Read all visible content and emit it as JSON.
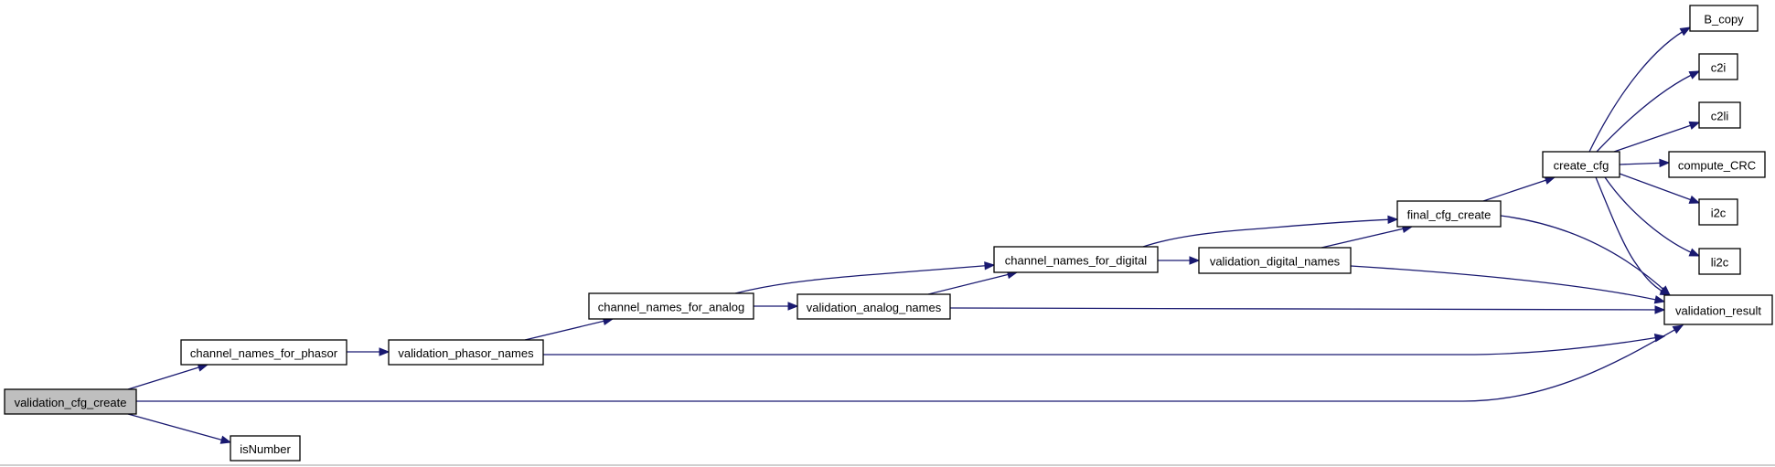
{
  "graph": {
    "colors": {
      "edge": "#191970",
      "root_fill": "#bfbfbf",
      "node_fill": "#ffffff",
      "node_stroke": "#000000"
    },
    "nodes": [
      {
        "id": "validation_cfg_create",
        "label": "validation_cfg_create"
      },
      {
        "id": "channel_names_for_phasor",
        "label": "channel_names_for_phasor"
      },
      {
        "id": "isNumber",
        "label": "isNumber"
      },
      {
        "id": "validation_phasor_names",
        "label": "validation_phasor_names"
      },
      {
        "id": "channel_names_for_analog",
        "label": "channel_names_for_analog"
      },
      {
        "id": "validation_analog_names",
        "label": "validation_analog_names"
      },
      {
        "id": "channel_names_for_digital",
        "label": "channel_names_for_digital"
      },
      {
        "id": "validation_digital_names",
        "label": "validation_digital_names"
      },
      {
        "id": "final_cfg_create",
        "label": "final_cfg_create"
      },
      {
        "id": "create_cfg",
        "label": "create_cfg"
      },
      {
        "id": "B_copy",
        "label": "B_copy"
      },
      {
        "id": "c2i",
        "label": "c2i"
      },
      {
        "id": "c2li",
        "label": "c2li"
      },
      {
        "id": "compute_CRC",
        "label": "compute_CRC"
      },
      {
        "id": "i2c",
        "label": "i2c"
      },
      {
        "id": "li2c",
        "label": "li2c"
      },
      {
        "id": "validation_result",
        "label": "validation_result"
      }
    ],
    "edges": [
      {
        "from": "validation_cfg_create",
        "to": "channel_names_for_phasor"
      },
      {
        "from": "validation_cfg_create",
        "to": "isNumber"
      },
      {
        "from": "validation_cfg_create",
        "to": "validation_result"
      },
      {
        "from": "channel_names_for_phasor",
        "to": "validation_phasor_names"
      },
      {
        "from": "validation_phasor_names",
        "to": "channel_names_for_analog"
      },
      {
        "from": "validation_phasor_names",
        "to": "validation_result"
      },
      {
        "from": "channel_names_for_analog",
        "to": "validation_analog_names"
      },
      {
        "from": "channel_names_for_analog",
        "to": "channel_names_for_digital"
      },
      {
        "from": "validation_analog_names",
        "to": "channel_names_for_digital"
      },
      {
        "from": "validation_analog_names",
        "to": "validation_result"
      },
      {
        "from": "channel_names_for_digital",
        "to": "validation_digital_names"
      },
      {
        "from": "channel_names_for_digital",
        "to": "final_cfg_create"
      },
      {
        "from": "validation_digital_names",
        "to": "final_cfg_create"
      },
      {
        "from": "validation_digital_names",
        "to": "validation_result"
      },
      {
        "from": "final_cfg_create",
        "to": "create_cfg"
      },
      {
        "from": "final_cfg_create",
        "to": "validation_result"
      },
      {
        "from": "create_cfg",
        "to": "B_copy"
      },
      {
        "from": "create_cfg",
        "to": "c2i"
      },
      {
        "from": "create_cfg",
        "to": "c2li"
      },
      {
        "from": "create_cfg",
        "to": "compute_CRC"
      },
      {
        "from": "create_cfg",
        "to": "i2c"
      },
      {
        "from": "create_cfg",
        "to": "li2c"
      },
      {
        "from": "create_cfg",
        "to": "validation_result"
      }
    ]
  }
}
